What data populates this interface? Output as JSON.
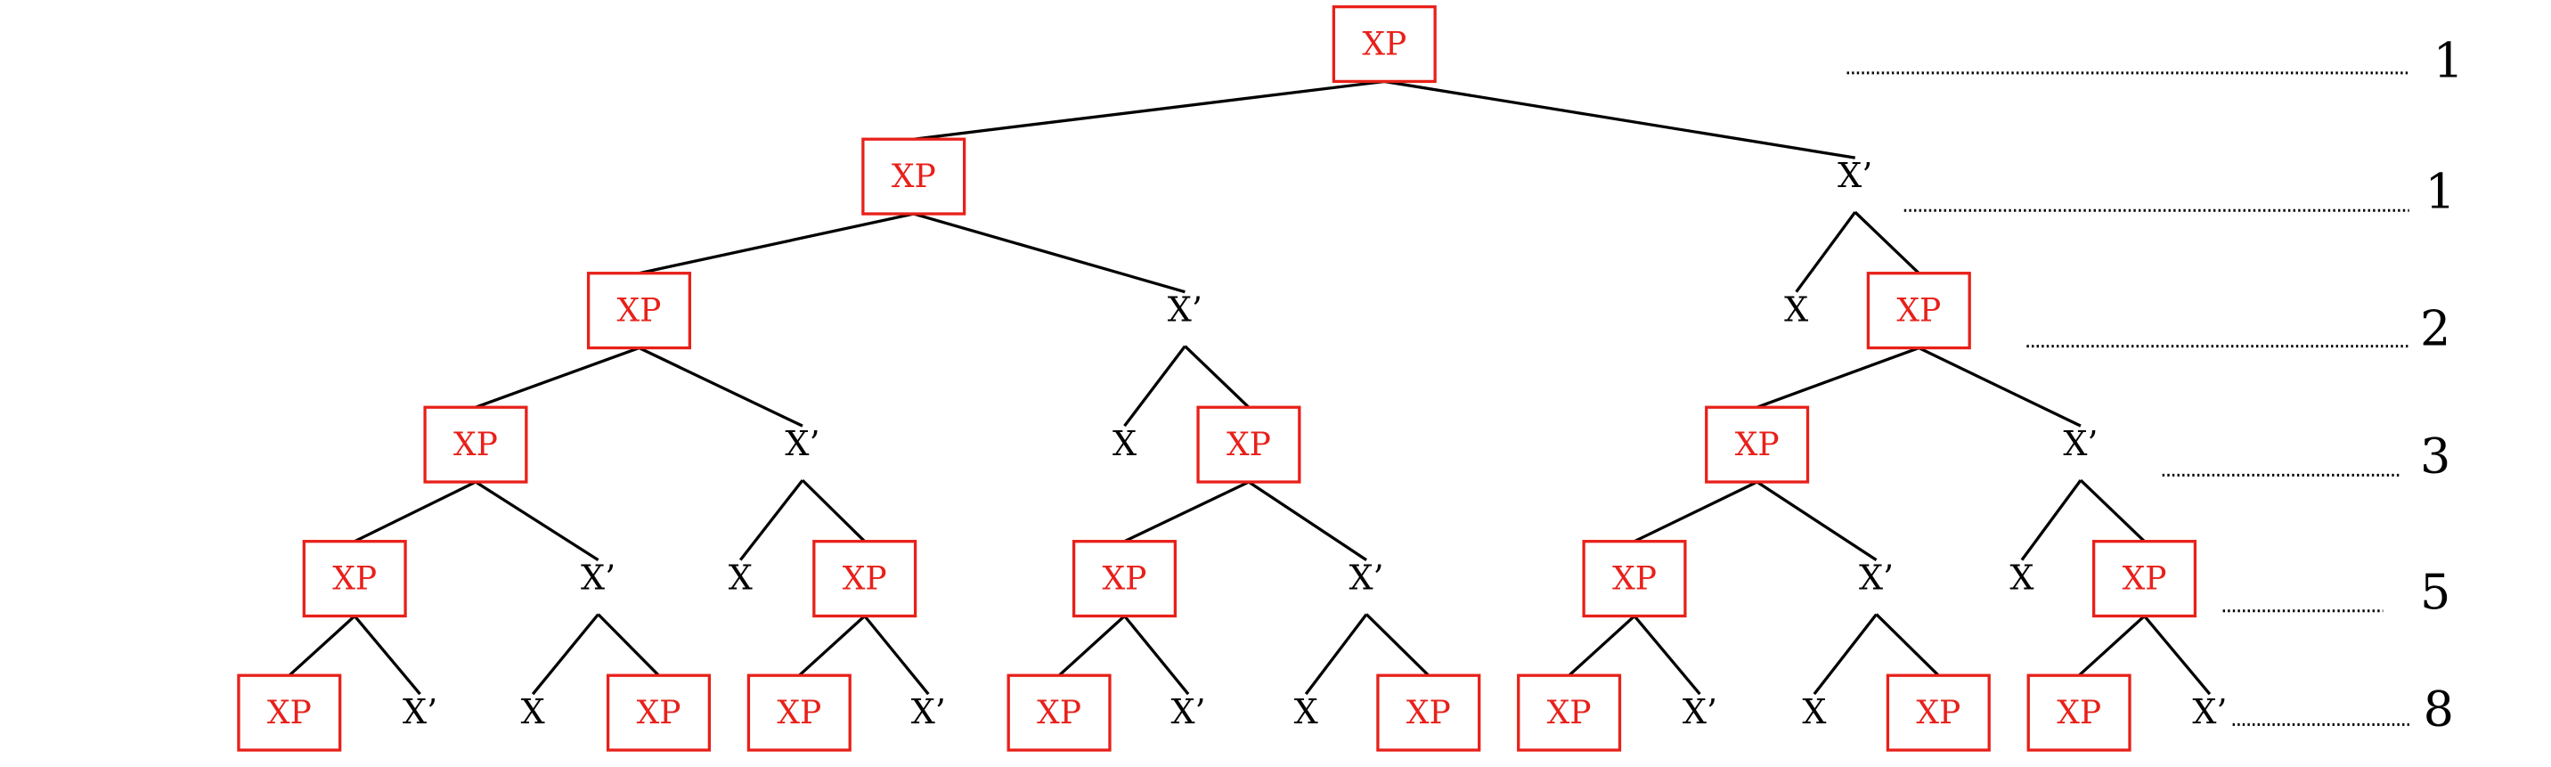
{
  "labels": {
    "xp": "XP",
    "x_bar": "X’",
    "x": "X"
  },
  "colors": {
    "xp": "#e8201a",
    "plain": "#000000"
  },
  "level_counts": [
    "1",
    "1",
    "2",
    "3",
    "5",
    "8"
  ],
  "tree": {
    "t": "XP",
    "c": [
      {
        "t": "XP",
        "c": [
          {
            "t": "XP",
            "c": [
              {
                "t": "XP",
                "c": [
                  {
                    "t": "XP",
                    "c": [
                      {
                        "t": "XP"
                      },
                      {
                        "t": "X’"
                      }
                    ]
                  },
                  {
                    "t": "X’",
                    "c": [
                      {
                        "t": "X"
                      },
                      {
                        "t": "XP"
                      }
                    ]
                  }
                ]
              },
              {
                "t": "X’",
                "c": [
                  {
                    "t": "X"
                  },
                  {
                    "t": "XP",
                    "c": [
                      {
                        "t": "XP"
                      },
                      {
                        "t": "X’"
                      }
                    ]
                  }
                ]
              }
            ]
          },
          {
            "t": "X’",
            "c": [
              {
                "t": "X"
              },
              {
                "t": "XP",
                "c": [
                  {
                    "t": "XP",
                    "c": [
                      {
                        "t": "XP"
                      },
                      {
                        "t": "X’"
                      }
                    ]
                  },
                  {
                    "t": "X’",
                    "c": [
                      {
                        "t": "X"
                      },
                      {
                        "t": "XP"
                      }
                    ]
                  }
                ]
              }
            ]
          }
        ]
      },
      {
        "t": "X’",
        "c": [
          {
            "t": "X"
          },
          {
            "t": "XP",
            "c": [
              {
                "t": "XP",
                "c": [
                  {
                    "t": "XP",
                    "c": [
                      {
                        "t": "XP"
                      },
                      {
                        "t": "X’"
                      }
                    ]
                  },
                  {
                    "t": "X’",
                    "c": [
                      {
                        "t": "X"
                      },
                      {
                        "t": "XP"
                      }
                    ]
                  }
                ]
              },
              {
                "t": "X’",
                "c": [
                  {
                    "t": "X"
                  },
                  {
                    "t": "XP",
                    "c": [
                      {
                        "t": "XP"
                      },
                      {
                        "t": "X’"
                      }
                    ]
                  }
                ]
              }
            ]
          }
        ]
      }
    ]
  }
}
